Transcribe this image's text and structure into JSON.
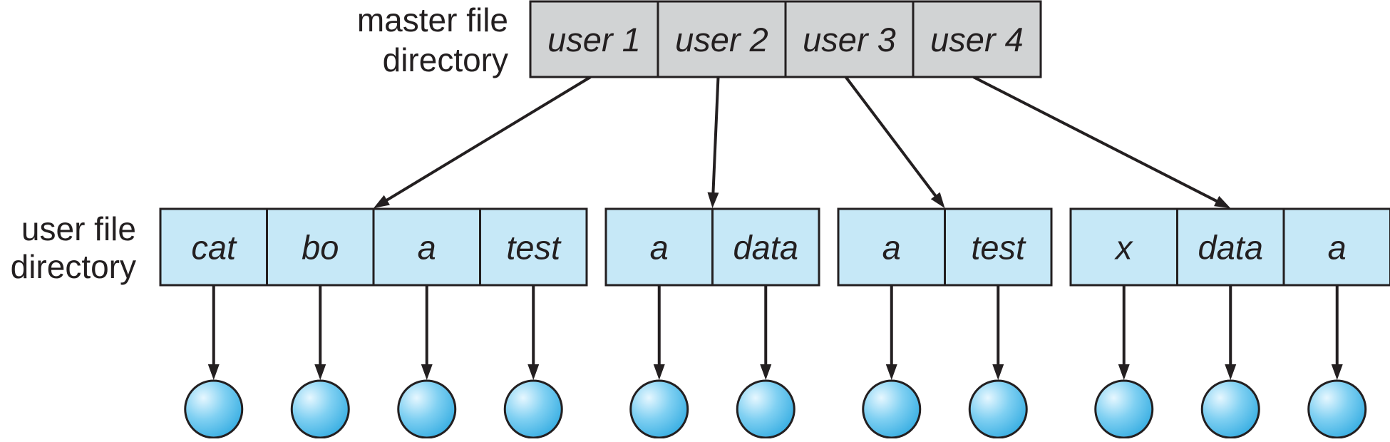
{
  "labels": {
    "master_line1": "master file",
    "master_line2": "directory",
    "user_line1": "user file",
    "user_line2": "directory"
  },
  "master_directory": {
    "entries": [
      "user 1",
      "user 2",
      "user 3",
      "user 4"
    ],
    "fill_color": "#d1d3d4"
  },
  "user_directories": [
    {
      "owner": "user 1",
      "entries": [
        "cat",
        "bo",
        "a",
        "test"
      ]
    },
    {
      "owner": "user 2",
      "entries": [
        "a",
        "data"
      ]
    },
    {
      "owner": "user 3",
      "entries": [
        "a",
        "test"
      ]
    },
    {
      "owner": "user 4",
      "entries": [
        "x",
        "data",
        "a"
      ]
    }
  ],
  "colors": {
    "user_cell_fill": "#c6e8f7",
    "stroke": "#231f20",
    "file_gradient_light": "#e6f7ff",
    "file_gradient_mid": "#7fd0f2",
    "file_gradient_dark": "#2aa7df"
  },
  "icons": {
    "file": "file-circle-icon",
    "arrow": "arrowhead"
  }
}
